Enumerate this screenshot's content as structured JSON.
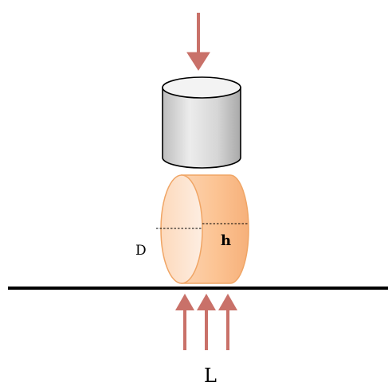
{
  "labels": {
    "diameter": "D",
    "height": "h",
    "load": "L"
  },
  "colors": {
    "arrow": "#c97169",
    "platen_body": "#dcdcdc",
    "platen_top": "#f2f2f2",
    "sample_fill": "#fbc79a",
    "sample_face": "#fde0c8",
    "sample_edge": "#f0a565",
    "ground": "#000000"
  }
}
